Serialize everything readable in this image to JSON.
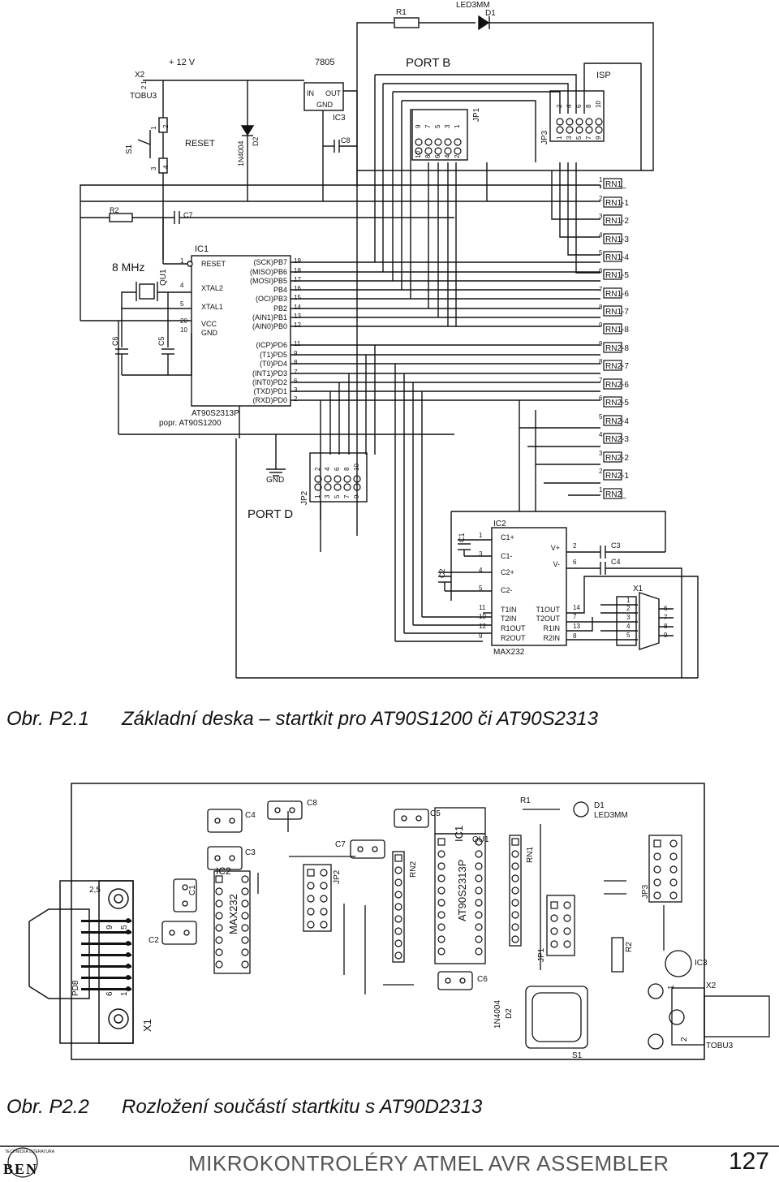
{
  "figure1": {
    "label": "Obr. P2.1",
    "caption": "Základní deska – startkit pro AT90S1200 či AT90S2313",
    "schematic_labels": {
      "r1": "R1",
      "led_part": "LED3MM",
      "d1": "D1",
      "supply": "+ 12 V",
      "reg": "7805",
      "port_b": "PORT B",
      "isp": "ISP",
      "x2": "X2",
      "tobu3": "TOBU3",
      "reg_in": "IN",
      "reg_out": "OUT",
      "reg_gnd": "GND",
      "ic3": "IC3",
      "s1": "S1",
      "reset": "RESET",
      "d2_part": "1N4004",
      "d2": "D2",
      "c8": "C8",
      "jp1": "JP1",
      "jp3": "JP3",
      "r2": "R2",
      "c7": "C7",
      "ic1": "IC1",
      "xtal_freq": "8 MHz",
      "qu1": "QU1",
      "c6": "C6",
      "c5": "C5",
      "ic1_part": "AT90S2313P",
      "ic1_alt": "popr. AT90S1200",
      "gnd": "GND",
      "jp2": "JP2",
      "port_d": "PORT D",
      "ic2": "IC2",
      "max232": "MAX232",
      "c1": "C1",
      "c2": "C2",
      "c3": "C3",
      "c4": "C4",
      "x1": "X1"
    },
    "ic1_left_pins": [
      {
        "name": "RESET",
        "num": "1"
      },
      {
        "name": "XTAL2",
        "num": "4"
      },
      {
        "name": "XTAL1",
        "num": "5"
      },
      {
        "name": "VCC",
        "num": "20"
      },
      {
        "name": "GND",
        "num": "10"
      }
    ],
    "ic1_right_pins": [
      {
        "name": "(SCK)PB7",
        "num": "19"
      },
      {
        "name": "(MISO)PB6",
        "num": "18"
      },
      {
        "name": "(MOSI)PB5",
        "num": "17"
      },
      {
        "name": "PB4",
        "num": "16"
      },
      {
        "name": "(OCI)PB3",
        "num": "15"
      },
      {
        "name": "PB2",
        "num": "14"
      },
      {
        "name": "(AIN1)PB1",
        "num": "13"
      },
      {
        "name": "(AIN0)PB0",
        "num": "12"
      },
      {
        "name": "(ICP)PD6",
        "num": "11"
      },
      {
        "name": "(T1)PD5",
        "num": "9"
      },
      {
        "name": "(T0)PD4",
        "num": "8"
      },
      {
        "name": "(INT1)PD3",
        "num": "7"
      },
      {
        "name": "(INT0)PD2",
        "num": "6"
      },
      {
        "name": "(TXD)PD1",
        "num": "3"
      },
      {
        "name": "(RXD)PD0",
        "num": "2"
      }
    ],
    "rn_labels": [
      {
        "pin": "1",
        "name": "RN1_"
      },
      {
        "pin": "2",
        "name": "RN1-1"
      },
      {
        "pin": "3",
        "name": "RN1-2"
      },
      {
        "pin": "4",
        "name": "RN1-3"
      },
      {
        "pin": "5",
        "name": "RN1-4"
      },
      {
        "pin": "6",
        "name": "RN1-5"
      },
      {
        "pin": "7",
        "name": "RN1-6"
      },
      {
        "pin": "8",
        "name": "RN1-7"
      },
      {
        "pin": "9",
        "name": "RN1-8"
      },
      {
        "pin": "9",
        "name": "RN2-8"
      },
      {
        "pin": "8",
        "name": "RN2-7"
      },
      {
        "pin": "7",
        "name": "RN2-6"
      },
      {
        "pin": "6",
        "name": "RN2-5"
      },
      {
        "pin": "5",
        "name": "RN2-4"
      },
      {
        "pin": "4",
        "name": "RN2-3"
      },
      {
        "pin": "3",
        "name": "RN2-2"
      },
      {
        "pin": "2",
        "name": "RN2-1"
      },
      {
        "pin": "1",
        "name": "RN2_"
      }
    ],
    "max232_left_pins": [
      {
        "name": "C1+",
        "num": "1"
      },
      {
        "name": "C1-",
        "num": "3"
      },
      {
        "name": "C2+",
        "num": "4"
      },
      {
        "name": "C2-",
        "num": "5"
      },
      {
        "name": "T1IN",
        "num": "11"
      },
      {
        "name": "T2IN",
        "num": "10"
      },
      {
        "name": "R1OUT",
        "num": "12"
      },
      {
        "name": "R2OUT",
        "num": "9"
      }
    ],
    "max232_right_pins": [
      {
        "name": "V+",
        "num": "2"
      },
      {
        "name": "V-",
        "num": "6"
      },
      {
        "name": "T1OUT",
        "num": "14"
      },
      {
        "name": "T2OUT",
        "num": "7"
      },
      {
        "name": "R1IN",
        "num": "13"
      },
      {
        "name": "R2IN",
        "num": "8"
      }
    ],
    "x1_pins_left": [
      "1",
      "2",
      "3",
      "4",
      "5"
    ],
    "x1_pins_right": [
      "6",
      "7",
      "8",
      "9"
    ],
    "jp1_pins_top": [
      "9",
      "7",
      "5",
      "3",
      "1"
    ],
    "jp1_pins_bottom": [
      "10",
      "8",
      "6",
      "4",
      "2"
    ],
    "jp3_pins_top": [
      "2",
      "4",
      "6",
      "8",
      "10"
    ],
    "jp3_pins_bottom": [
      "1",
      "3",
      "5",
      "7",
      "9"
    ],
    "jp2_pins_top": [
      "2",
      "4",
      "6",
      "8",
      "10"
    ],
    "jp2_pins_bottom": [
      "1",
      "3",
      "5",
      "7",
      "9"
    ],
    "s1_pins": [
      "1",
      "2",
      "3",
      "4"
    ],
    "x2_pins": [
      "1",
      "2"
    ]
  },
  "figure2": {
    "label": "Obr. P2.2",
    "caption": "Rozložení součástí startkitu s AT90D2313",
    "board_labels": {
      "c4": "C4",
      "c8": "C8",
      "c5": "C5",
      "r1": "R1",
      "d1": "D1",
      "led3mm": "LED3MM",
      "c3": "C3",
      "c7": "C7",
      "qu1": "QU1",
      "rn1": "RN1",
      "rn2": "RN2",
      "jp2": "JP2",
      "c1": "C1",
      "ic2": "IC2",
      "max232": "MAX232",
      "c2": "C2",
      "ic1": "IC1",
      "at90": "AT90S2313P",
      "jp1": "JP1",
      "jp3": "JP3",
      "r2": "R2",
      "ic3": "IC3",
      "c6": "C6",
      "d2": "D2",
      "n4004": "1N4004",
      "x2": "X2",
      "tobu3": "TOBU3",
      "s1": "S1",
      "x1": "X1",
      "pd8": "PD8",
      "hole": "2,5",
      "n1": "1",
      "n2": "2",
      "n9": "9",
      "n5": "5",
      "n6": "6",
      "n1b": "1"
    }
  },
  "footer": {
    "publisher": "BEN",
    "publisher_ring": "TECHNICKÁ LITERATURA",
    "title": "MIKROKONTROLÉRY ATMEL AVR ASSEMBLER",
    "page": "127"
  }
}
